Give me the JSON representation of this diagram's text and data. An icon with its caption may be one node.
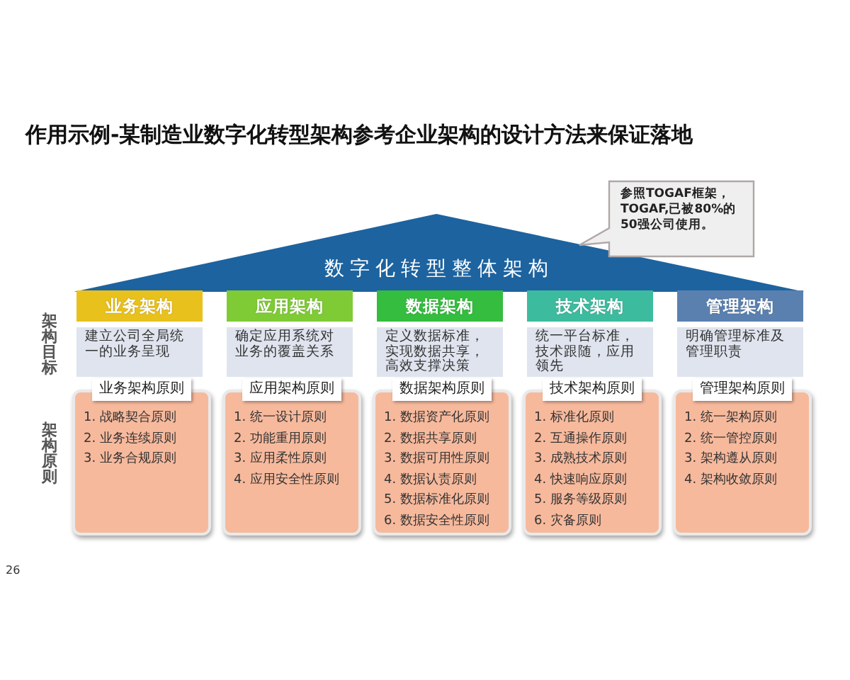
{
  "diagram": {
    "title": "作用示例-某制造业数字化转型架构参考企业架构的设计方法来保证落地",
    "nodes": [
      {
        "text": [
          "数字化转型整体架构"
        ]
      },
      {
        "text": [
          "参照TOGAF框架，TOGAF,已被80%的50强公司使用。"
        ]
      },
      {
        "text": [
          "业务架构"
        ]
      },
      {
        "text": [
          "应用架构"
        ]
      },
      {
        "text": [
          "数据架构"
        ]
      },
      {
        "text": [
          "技术架构"
        ]
      },
      {
        "text": [
          "管理架构"
        ]
      },
      {
        "text": [
          "建立公司全局统一的业务呈现"
        ]
      },
      {
        "text": [
          "确定应用系统对业务的覆盖关系"
        ]
      },
      {
        "text": [
          "定义数据标准，实现数据共享，高效支撑决策"
        ]
      },
      {
        "text": [
          "统一平台标准，技术跟随，应用领先"
        ]
      },
      {
        "text": [
          "明确管理标准及管理职责"
        ]
      },
      {
        "text": [
          "业务架构原则",
          "1. 战略契合原则",
          "2. 业务连续原则",
          "3. 业务合规原则"
        ]
      },
      {
        "text": [
          "应用架构原则",
          "1. 统一设计原则",
          "2. 功能重用原则",
          "3. 应用柔性原则",
          "4. 应用安全性原则"
        ]
      },
      {
        "text": [
          "数据架构原则",
          "1. 数据资产化原则",
          "2. 数据共享原则",
          "3. 数据可用性原则",
          "4. 数据认责原则",
          "5. 数据标准化原则",
          "6. 数据安全性原则"
        ]
      },
      {
        "text": [
          "技术架构原则",
          "1. 标准化原则",
          "2. 互通操作原则",
          "3. 成熟技术原则",
          "4. 快速响应原则",
          "5. 服务等级原则",
          "6. 灾备原则"
        ]
      },
      {
        "text": [
          "管理架构原则",
          "1. 统一架构原则",
          "2. 统一管控原则",
          "3. 架构遵从原则",
          "4. 架构收敛原则"
        ]
      }
    ],
    "labels": [
      "架构目标",
      "架构原则",
      "26"
    ]
  }
}
